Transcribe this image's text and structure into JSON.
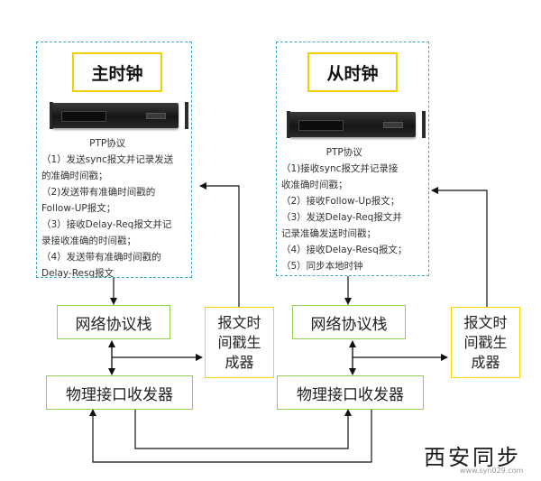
{
  "master": {
    "title": "主时钟",
    "protocol_header": "PTP协议",
    "lines": [
      "（1）发送sync报文并记录发送",
      "的准确时间戳；",
      "（2)发送带有准确时间戳的",
      "Follow-UP报文；",
      "（3）接收Delay-Req报文并记",
      "录接收准确的时间戳；",
      "（4）发送带有准确时间戳的",
      "Delay-Resq报文"
    ],
    "stack_label": "网络协议栈",
    "generator_lines": [
      "报文时",
      "间戳生",
      "成器"
    ],
    "phy_label": "物理接口收发器"
  },
  "slave": {
    "title": "从时钟",
    "protocol_header": "PTP协议",
    "lines": [
      "（1)接收sync报文并记录接",
      "收准确时间戳；",
      "（2）接收Follow-Up报文；",
      "（3）发送Delay-Req报文并",
      "记录准确发送时间戳；",
      "（4）接收Delay-Resq报文；",
      "（5）同步本地时钟"
    ],
    "stack_label": "网络协议栈",
    "generator_lines": [
      "报文时",
      "间戳生",
      "成器"
    ],
    "phy_label": "物理接口收发器"
  },
  "watermark": {
    "text": "西安同步",
    "url": "www.syn029.com"
  }
}
